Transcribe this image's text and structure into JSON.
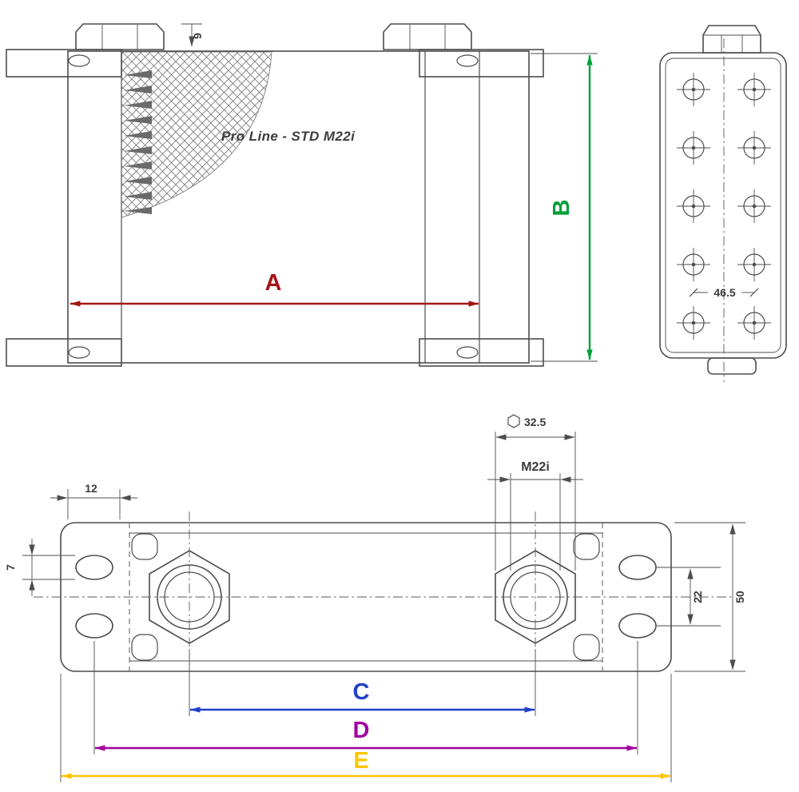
{
  "product": {
    "label": "Pro Line - STD M22i"
  },
  "colors": {
    "line": "#4d4d4d",
    "dim_a": "#a31515",
    "dim_b": "#00a138",
    "dim_c": "#2140c8",
    "dim_d": "#a000a0",
    "dim_e": "#fdc500"
  },
  "front_view": {
    "dim_flange_thickness": "9",
    "dim_a_label": "A",
    "dim_b_label": "B"
  },
  "side_view": {
    "dim_depth": "46.5"
  },
  "bottom_view": {
    "dim_slot_offset": "12",
    "dim_slot_width": "7",
    "dim_hex_across_flats": "32.5",
    "thread_label": "M22i",
    "dim_port_offset": "22",
    "dim_height": "50",
    "dim_c_label": "C",
    "dim_d_label": "D",
    "dim_e_label": "E"
  }
}
